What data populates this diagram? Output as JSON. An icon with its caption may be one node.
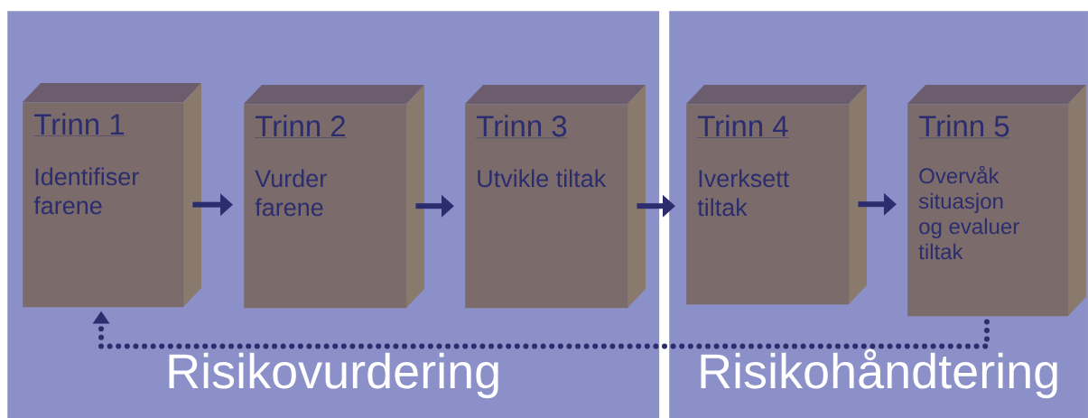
{
  "diagram": {
    "nodes": [
      {
        "text": [
          "Risikovurdering"
        ]
      },
      {
        "text": [
          "Trinn 1",
          "Identifiser farene"
        ],
        "in": 0
      },
      {
        "text": [
          "Trinn 2",
          "Vurder farene"
        ],
        "in": 0
      },
      {
        "text": [
          "Trinn 3",
          "Utvikle tiltak"
        ],
        "in": 0
      },
      {
        "text": [
          "Risikohåndtering"
        ]
      },
      {
        "text": [
          "Trinn 4",
          "Iverksett tiltak"
        ],
        "in": 4
      },
      {
        "text": [
          "Trinn 5",
          "Overvåk situasjon og evaluer tiltak"
        ],
        "in": 4
      }
    ],
    "edges": [
      {
        "from": 1,
        "to": 2,
        "arrow": "to"
      },
      {
        "from": 2,
        "to": 3,
        "arrow": "to"
      },
      {
        "from": 3,
        "to": 5,
        "arrow": "to"
      },
      {
        "from": 5,
        "to": 6,
        "arrow": "to"
      },
      {
        "from": 6,
        "to": 1,
        "arrow": "to",
        "style": "dashed"
      }
    ]
  }
}
